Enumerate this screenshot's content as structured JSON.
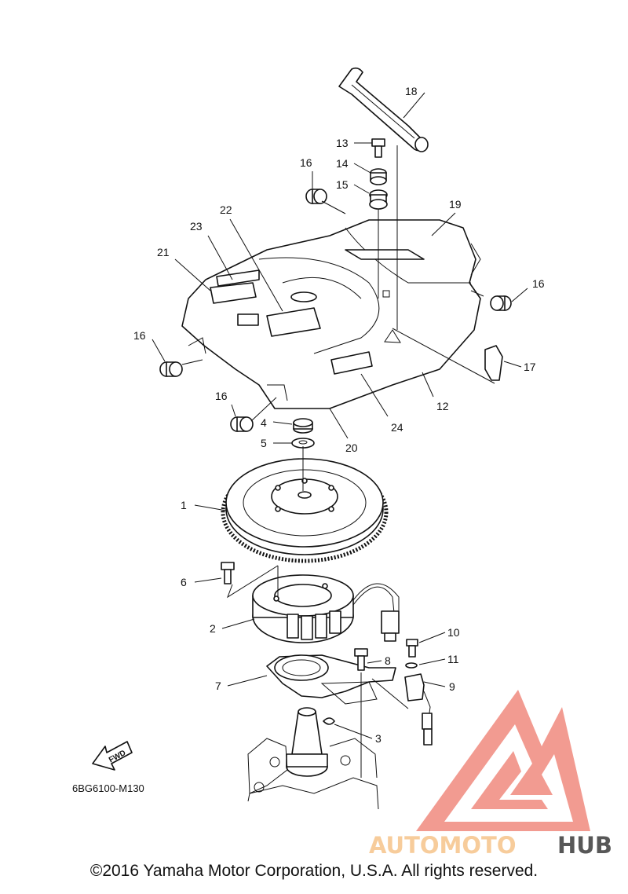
{
  "diagram": {
    "callouts": [
      {
        "id": "c1",
        "text": "1"
      },
      {
        "id": "c2",
        "text": "2"
      },
      {
        "id": "c3",
        "text": "3"
      },
      {
        "id": "c4",
        "text": "4"
      },
      {
        "id": "c5",
        "text": "5"
      },
      {
        "id": "c6",
        "text": "6"
      },
      {
        "id": "c7",
        "text": "7"
      },
      {
        "id": "c8",
        "text": "8"
      },
      {
        "id": "c9",
        "text": "9"
      },
      {
        "id": "c10",
        "text": "10"
      },
      {
        "id": "c11",
        "text": "11"
      },
      {
        "id": "c12",
        "text": "12"
      },
      {
        "id": "c13",
        "text": "13"
      },
      {
        "id": "c14",
        "text": "14"
      },
      {
        "id": "c15",
        "text": "15"
      },
      {
        "id": "c16a",
        "text": "16"
      },
      {
        "id": "c16b",
        "text": "16"
      },
      {
        "id": "c16c",
        "text": "16"
      },
      {
        "id": "c16d",
        "text": "16"
      },
      {
        "id": "c17",
        "text": "17"
      },
      {
        "id": "c18",
        "text": "18"
      },
      {
        "id": "c19",
        "text": "19"
      },
      {
        "id": "c20",
        "text": "20"
      },
      {
        "id": "c21",
        "text": "21"
      },
      {
        "id": "c22",
        "text": "22"
      },
      {
        "id": "c23",
        "text": "23"
      },
      {
        "id": "c24",
        "text": "24"
      }
    ],
    "fwd_label": "FWD",
    "drawing_code": "6BG6100-M130"
  },
  "watermark": {
    "word_part1": "AUTOMOTO",
    "word_part2": "HUB",
    "color_primary": "#f08a7e",
    "color_secondary": "#f6c48a",
    "color_dark": "#3a3a3a"
  },
  "footer": {
    "copyright": "©2016 Yamaha Motor Corporation, U.S.A. All rights reserved."
  }
}
